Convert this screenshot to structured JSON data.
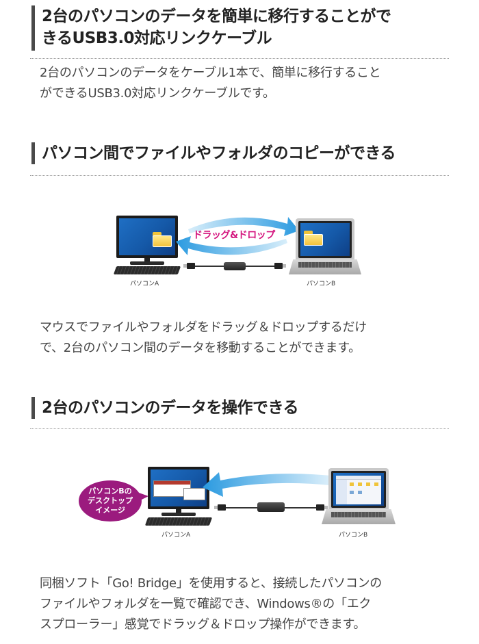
{
  "sections": [
    {
      "heading_line1": "2台のパソコンのデータを簡単に移行することがで",
      "heading_line2": "きるUSB3.0対応リンクケーブル",
      "body_line1": "2台のパソコンのデータをケーブル1本で、簡単に移行すること",
      "body_line2": "ができるUSB3.0対応リンクケーブルです。"
    },
    {
      "heading": "パソコン間でファイルやフォルダのコピーができる",
      "figure": {
        "arrow_label": "ドラッグ&ドロップ",
        "left_label": "パソコンA",
        "right_label": "パソコンB"
      },
      "body_line1": "マウスでファイルやフォルダをドラッグ＆ドロップするだけ",
      "body_line2": "で、2台のパソコン間のデータを移動することができます。"
    },
    {
      "heading": "2台のパソコンのデータを操作できる",
      "figure": {
        "bubble_line1": "パソコンBの",
        "bubble_line2": "デスクトップ",
        "bubble_line3": "イメージ",
        "left_label": "パソコンA",
        "right_label": "パソコンB"
      },
      "body_line1": "同梱ソフト「Go! Bridge」を使用すると、接続したパソコンの",
      "body_line2": "ファイルやフォルダを一覧で確認でき、Windows®の「エク",
      "body_line3": "スプローラー」感覚でドラッグ＆ドロップ操作ができます。"
    }
  ],
  "colors": {
    "heading_bar": "#4a4a4a",
    "arrow_blue": "#2a9ae0",
    "drag_drop_pink": "#d4157e",
    "bubble_purple": "#9b1b7e"
  }
}
